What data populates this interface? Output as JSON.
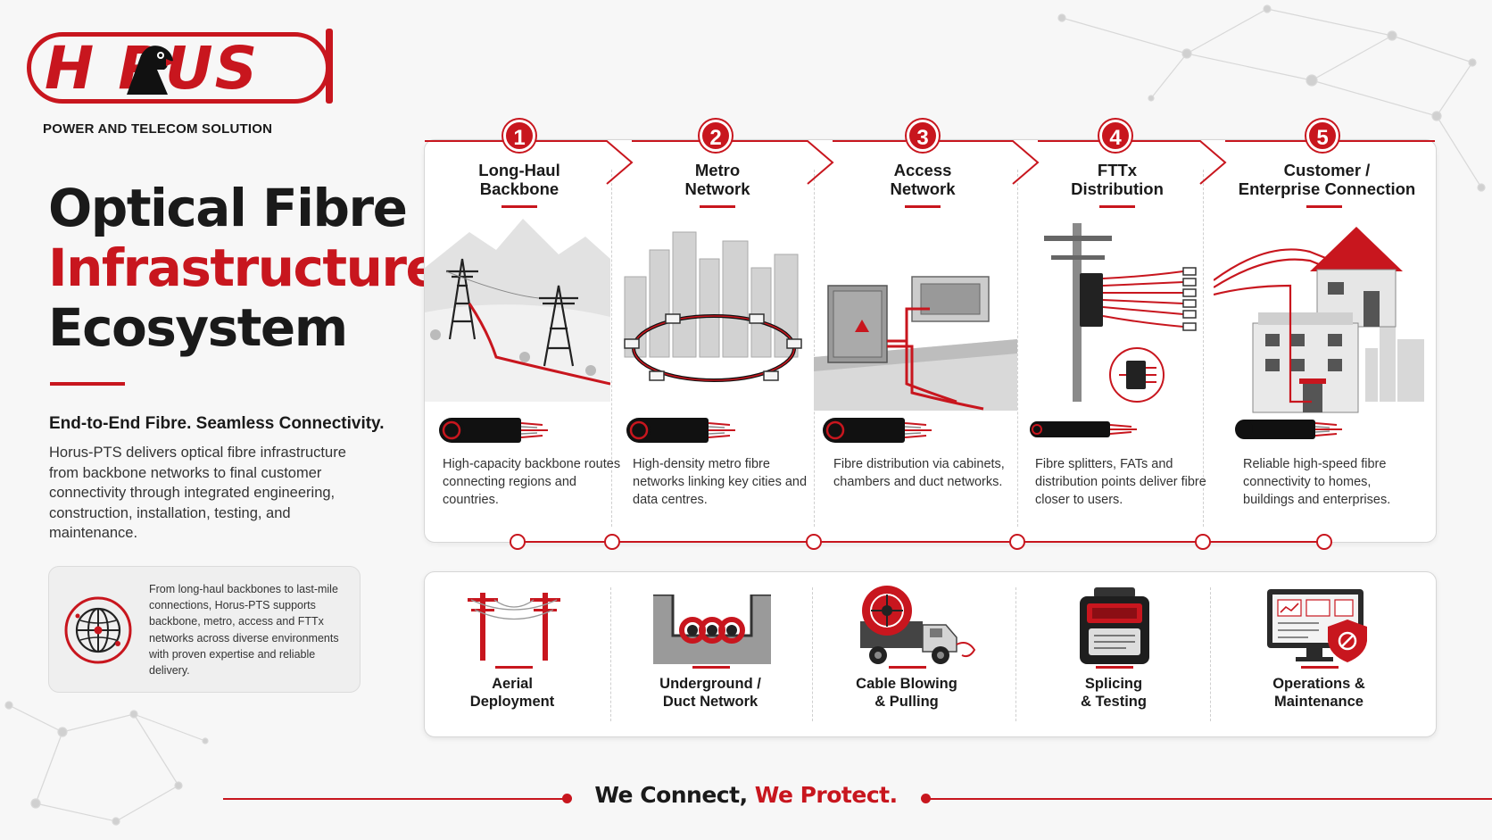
{
  "brand": {
    "logo_text": "H RUS",
    "logo_subtitle": "POWER AND TELECOM SOLUTION",
    "accent_color": "#c8161e"
  },
  "hero": {
    "title_line1": "Optical Fibre",
    "title_line2": "Infrastructure",
    "title_line3": "Ecosystem",
    "tagline": "End-to-End Fibre. Seamless Connectivity.",
    "intro": "Horus-PTS delivers optical fibre infrastructure from backbone networks to final customer connectivity through integrated engineering, construction, installation, testing, and maintenance."
  },
  "note": {
    "icon": "globe-network-icon",
    "text": "From long-haul backbones to last-mile connections, Horus-PTS supports backbone, metro, access and FTTx networks across diverse environments with proven expertise and reliable delivery."
  },
  "stages": [
    {
      "number": "1",
      "title": "Long-Haul\nBackbone",
      "description": "High-capacity backbone routes connecting regions and countries.",
      "icon": "transmission-tower-icon"
    },
    {
      "number": "2",
      "title": "Metro\nNetwork",
      "description": "High-density metro fibre networks linking key cities and data centres.",
      "icon": "city-ring-icon"
    },
    {
      "number": "3",
      "title": "Access\nNetwork",
      "description": "Fibre distribution via cabinets, chambers and duct networks.",
      "icon": "street-cabinet-icon"
    },
    {
      "number": "4",
      "title": "FTTx\nDistribution",
      "description": "Fibre splitters, FATs and distribution points deliver fibre closer to users.",
      "icon": "utility-pole-splitter-icon"
    },
    {
      "number": "5",
      "title": "Customer /\nEnterprise Connection",
      "description": "Reliable high-speed fibre connectivity to homes, buildings and enterprises.",
      "icon": "house-building-icon"
    }
  ],
  "services": [
    {
      "label": "Aerial\nDeployment",
      "icon": "aerial-poles-icon"
    },
    {
      "label": "Underground /\nDuct Network",
      "icon": "duct-trench-icon"
    },
    {
      "label": "Cable Blowing\n& Pulling",
      "icon": "cable-drum-truck-icon"
    },
    {
      "label": "Splicing\n& Testing",
      "icon": "fusion-splicer-icon"
    },
    {
      "label": "Operations &\nMaintenance",
      "icon": "monitor-shield-icon"
    }
  ],
  "footer": {
    "slogan_part1": "We Connect, ",
    "slogan_part2": "We Protect."
  }
}
